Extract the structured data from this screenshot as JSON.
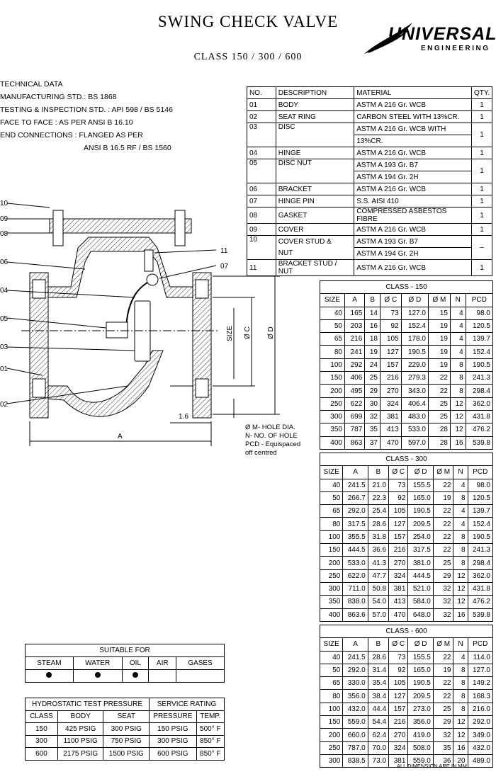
{
  "title": "SWING CHECK VALVE",
  "subtitle": "CLASS  150 / 300 / 600",
  "logo": {
    "line1": "UNIVERSAL",
    "line2": "ENGINEERING"
  },
  "tech": {
    "heading": "TECHNICAL DATA",
    "mfg": "MANUFACTURING STD.:  BS 1868",
    "testing": "TESTING & INSPECTION STD. :    API 598 / BS 5146",
    "face": "FACE  TO  FACE :  AS  PER  ANSI  B  16.10",
    "end": "END  CONNECTIONS :   FLANGED  AS  PER",
    "end2": "ANSI  B  16.5  RF / BS 1560"
  },
  "parts": {
    "headers": [
      "NO.",
      "DESCRIPTION",
      "MATERIAL",
      "QTY."
    ],
    "r01": [
      "01",
      "BODY",
      "ASTM A 216  Gr.  WCB",
      "1"
    ],
    "r02": [
      "02",
      "SEAT RING",
      "CARBON STEEL WITH 13%CR.",
      "1"
    ],
    "r03": [
      "03",
      "DISC",
      "ASTM A 216  Gr.  WCB WITH",
      "13%CR.",
      "1"
    ],
    "r04": [
      "04",
      "HINGE",
      "ASTM A 216  Gr.  WCB",
      "1"
    ],
    "r05": [
      "05",
      "DISC NUT",
      "ASTM A 193  Gr.  B7",
      "ASTM A 194  Gr.  2H",
      "1"
    ],
    "r06": [
      "06",
      "BRACKET",
      "ASTM A 216  Gr.  WCB",
      "1"
    ],
    "r07": [
      "07",
      "HINGE PIN",
      "S.S.  AISI 410",
      "1"
    ],
    "r08": [
      "08",
      "GASKET",
      "COMPRESSED ASBESTOS FIBRE",
      "1"
    ],
    "r09": [
      "09",
      "COVER",
      "ASTM A 216  Gr.  WCB",
      "1"
    ],
    "r10": [
      "10",
      "COVER  STUD  &",
      "NUT",
      "ASTM A 193  Gr.  B7",
      "ASTM A 194  Gr.  2H",
      "–"
    ],
    "r11": [
      "11",
      "BRACKET  STUD / NUT",
      "ASTM A 216  Gr.  WCB",
      "1"
    ]
  },
  "dim_headers": [
    "SIZE",
    "A",
    "B",
    "Ø C",
    "Ø D",
    "Ø M",
    "N",
    "PCD"
  ],
  "class150": {
    "caption": "CLASS - 150",
    "rows": [
      [
        "40",
        "165",
        "14",
        "73",
        "127.0",
        "15",
        "4",
        "98.0"
      ],
      [
        "50",
        "203",
        "16",
        "92",
        "152.4",
        "19",
        "4",
        "120.5"
      ],
      [
        "65",
        "216",
        "18",
        "105",
        "178.0",
        "19",
        "4",
        "139.7"
      ],
      [
        "80",
        "241",
        "19",
        "127",
        "190.5",
        "19",
        "4",
        "152.4"
      ],
      [
        "100",
        "292",
        "24",
        "157",
        "229.0",
        "19",
        "8",
        "190.5"
      ],
      [
        "150",
        "406",
        "25",
        "216",
        "279.3",
        "22",
        "8",
        "241.3"
      ],
      [
        "200",
        "495",
        "29",
        "270",
        "343.0",
        "22",
        "8",
        "298.4"
      ],
      [
        "250",
        "622",
        "30",
        "324",
        "406.4",
        "25",
        "12",
        "362.0"
      ],
      [
        "300",
        "699",
        "32",
        "381",
        "483.0",
        "25",
        "12",
        "431.8"
      ],
      [
        "350",
        "787",
        "35",
        "413",
        "533.0",
        "28",
        "12",
        "476.2"
      ],
      [
        "400",
        "863",
        "37",
        "470",
        "597.0",
        "28",
        "16",
        "539.8"
      ]
    ]
  },
  "class300": {
    "caption": "CLASS - 300",
    "rows": [
      [
        "40",
        "241.5",
        "21.0",
        "73",
        "155.5",
        "22",
        "4",
        "98.0"
      ],
      [
        "50",
        "266.7",
        "22.3",
        "92",
        "165.0",
        "19",
        "8",
        "120.5"
      ],
      [
        "65",
        "292.0",
        "25.4",
        "105",
        "190.5",
        "22",
        "4",
        "139.7"
      ],
      [
        "80",
        "317.5",
        "28.6",
        "127",
        "209.5",
        "22",
        "4",
        "152.4"
      ],
      [
        "100",
        "355.5",
        "31.8",
        "157",
        "254.0",
        "22",
        "8",
        "190.5"
      ],
      [
        "150",
        "444.5",
        "36.6",
        "216",
        "317.5",
        "22",
        "8",
        "241.3"
      ],
      [
        "200",
        "533.0",
        "41.3",
        "270",
        "381.0",
        "25",
        "8",
        "298.4"
      ],
      [
        "250",
        "622.0",
        "47.7",
        "324",
        "444.5",
        "29",
        "12",
        "362.0"
      ],
      [
        "300",
        "711.0",
        "50.8",
        "381",
        "521.0",
        "32",
        "12",
        "431.8"
      ],
      [
        "350",
        "838.0",
        "54.0",
        "413",
        "584.0",
        "32",
        "12",
        "476.2"
      ],
      [
        "400",
        "863.6",
        "57.0",
        "470",
        "648.0",
        "32",
        "16",
        "539.8"
      ]
    ]
  },
  "class600": {
    "caption": "CLASS - 600",
    "rows": [
      [
        "40",
        "241.5",
        "28.6",
        "73",
        "155.5",
        "22",
        "4",
        "114.0"
      ],
      [
        "50",
        "292.0",
        "31.4",
        "92",
        "165.0",
        "19",
        "8",
        "127.0"
      ],
      [
        "65",
        "330.0",
        "35.4",
        "105",
        "190.5",
        "22",
        "8",
        "149.2"
      ],
      [
        "80",
        "356.0",
        "38.4",
        "127",
        "209.5",
        "22",
        "8",
        "168.3"
      ],
      [
        "100",
        "432.0",
        "44.4",
        "157",
        "273.0",
        "25",
        "8",
        "216.0"
      ],
      [
        "150",
        "559.0",
        "54.4",
        "216",
        "356.0",
        "29",
        "12",
        "292.0"
      ],
      [
        "200",
        "660.0",
        "62.4",
        "270",
        "419.0",
        "32",
        "12",
        "349.0"
      ],
      [
        "250",
        "787.0",
        "70.0",
        "324",
        "508.0",
        "35",
        "16",
        "432.0"
      ],
      [
        "300",
        "838.5",
        "73.0",
        "381",
        "559.0",
        "36",
        "20",
        "489.0"
      ]
    ]
  },
  "suitable": {
    "caption": "SUITABLE  FOR",
    "media": [
      "STEAM",
      "WATER",
      "OIL",
      "AIR",
      "GASES"
    ],
    "marked": [
      true,
      true,
      true,
      false,
      false
    ]
  },
  "hydro": {
    "cap1": "HYDROSTATIC TEST PRESSURE",
    "cap2": "SERVICE  RATING",
    "headers": [
      "CLASS",
      "BODY",
      "SEAT",
      "PRESSURE",
      "TEMP."
    ],
    "rows": [
      [
        "150",
        "425  PSIG",
        "300  PSIG",
        "150  PSIG",
        "500° F"
      ],
      [
        "300",
        "1100 PSIG",
        "750  PSIG",
        "300  PSIG",
        "850° F"
      ],
      [
        "600",
        "2175 PSIG",
        "1500  PSIG",
        "600  PSIG",
        "850° F"
      ]
    ]
  },
  "drawing": {
    "callouts": [
      "10",
      "09",
      "08",
      "06",
      "04",
      "05",
      "03",
      "01",
      "02",
      "11",
      "07"
    ],
    "dim_a": "A",
    "dim_size": "SIZE",
    "dim_c": "Ø C",
    "dim_d": "Ø D",
    "dim_16": "1.6",
    "notes": [
      "Ø M- HOLE DIA.",
      "N- NO. OF HOLE",
      "PCD - Equispaced",
      "off  centred"
    ]
  },
  "footnote": "ALL  DIMENSION  ARE  IN  MM"
}
